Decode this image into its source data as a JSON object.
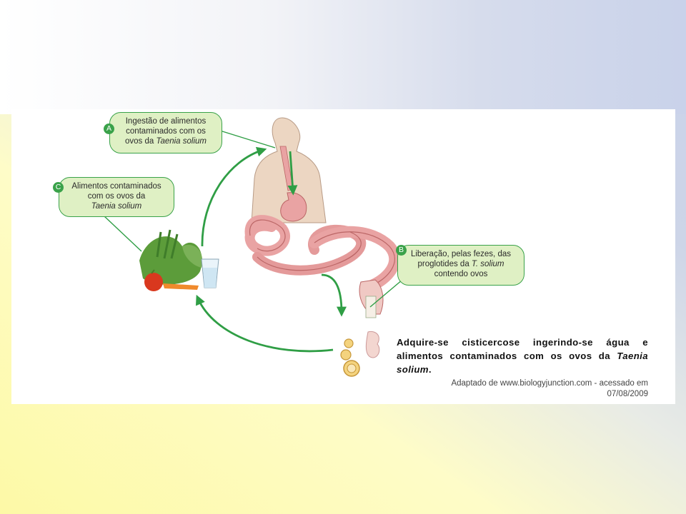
{
  "callouts": {
    "a": {
      "badge": "A",
      "line1": "Ingestão de alimentos",
      "line2": "contaminados com os",
      "line3_prefix": "ovos da ",
      "line3_italic": "Taenia solium"
    },
    "b": {
      "badge": "B",
      "line1": "Liberação, pelas fezes, das",
      "line2_prefix": "proglotides da ",
      "line2_italic": "T. solium",
      "line3": "contendo ovos"
    },
    "c": {
      "badge": "C",
      "line1": "Alimentos contaminados",
      "line2": "com os ovos da",
      "line3_italic": "Taenia solium"
    }
  },
  "caption": {
    "text": "Adquire-se cisticercose ingerindo-se água e alimentos contaminados com os ovos da ",
    "italic": "Taenia solium",
    "end": "."
  },
  "credit": {
    "line1": "Adaptado de www.biologyjunction.com - acessado em",
    "line2": "07/08/2009"
  },
  "colors": {
    "arrow_green": "#2f9e45",
    "callout_fill": "#dff0c4",
    "body_skin": "#ecd6c2",
    "intestine_pink": "#e9a3a3"
  }
}
